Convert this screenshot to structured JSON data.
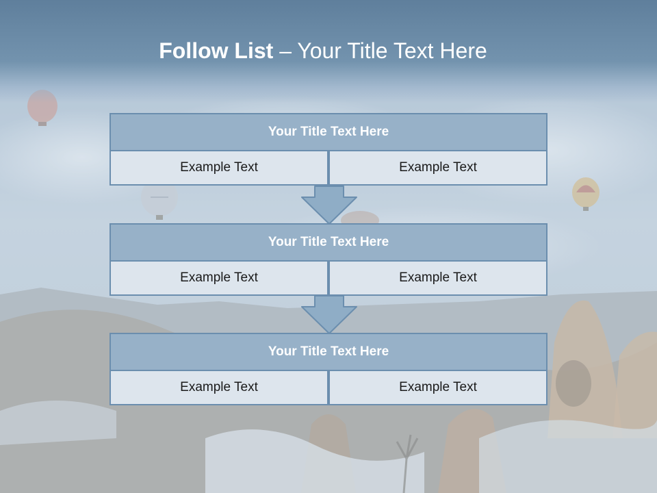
{
  "slide": {
    "title_bold": "Follow List",
    "title_rest": " – Your Title Text Here"
  },
  "blocks": [
    {
      "title": "Your Title Text Here",
      "left": "Example Text",
      "right": "Example Text"
    },
    {
      "title": "Your Title Text Here",
      "left": "Example Text",
      "right": "Example Text"
    },
    {
      "title": "Your Title Text Here",
      "left": "Example Text",
      "right": "Example Text"
    }
  ],
  "colors": {
    "header": "#6a8aa7",
    "title_fill": "#97b1c8",
    "cell_fill": "#dde5ed",
    "border": "#6b8eae",
    "arrow": "#8fadc6"
  }
}
